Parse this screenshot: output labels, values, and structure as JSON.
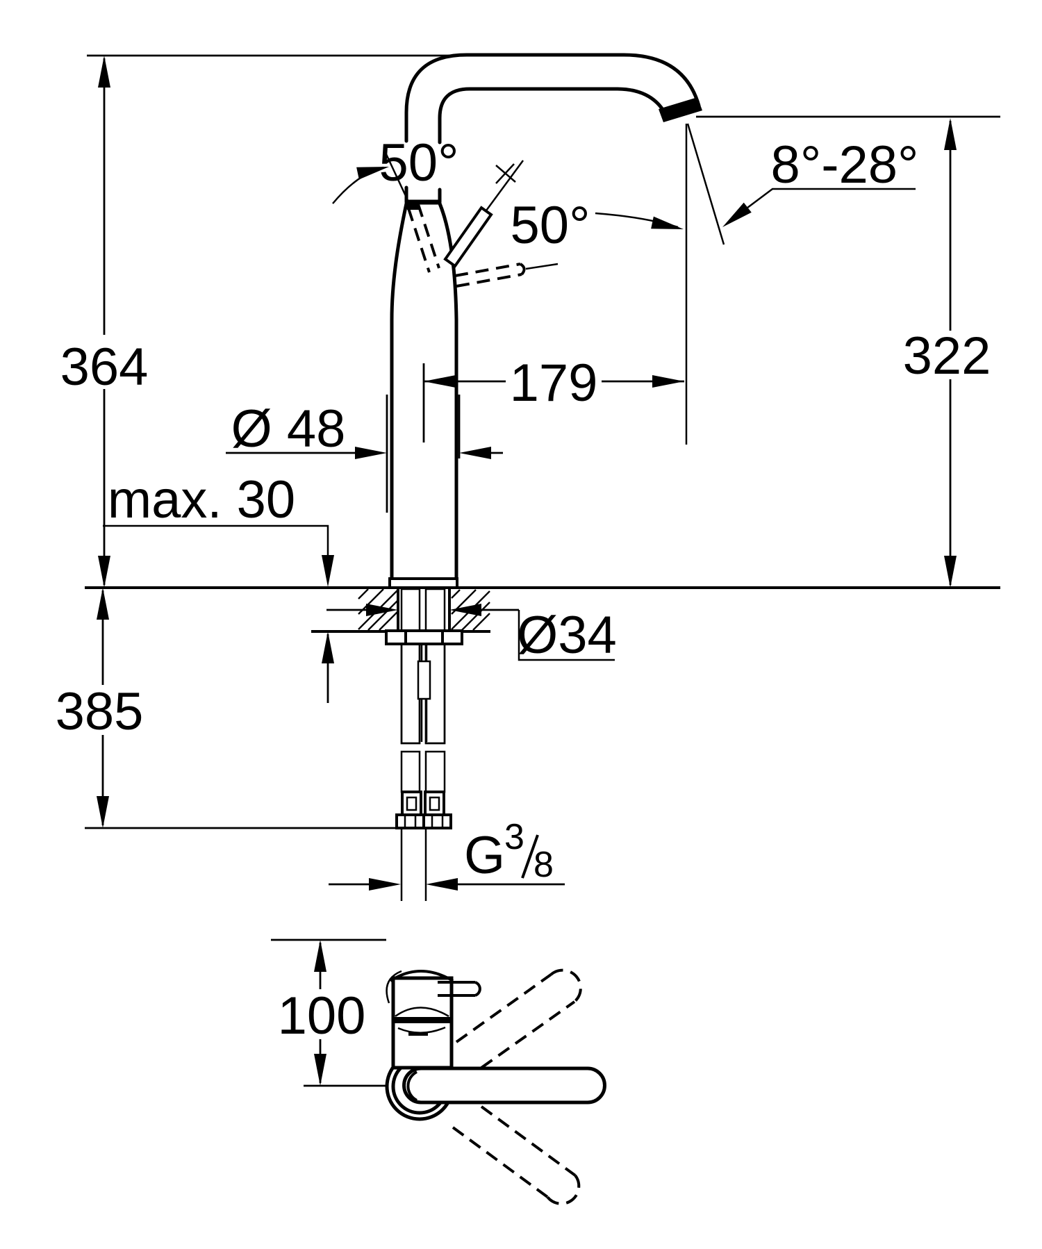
{
  "drawing": {
    "type": "technical-dimension-drawing",
    "views": [
      "front-view",
      "plan-view"
    ],
    "colors": {
      "line": "#000000",
      "background": "#ffffff"
    },
    "labels": {
      "total_height": "364",
      "below_deck_length": "385",
      "outlet_height": "322",
      "spout_reach": "179",
      "body_diameter": "Ø 48",
      "deck_thickness": "max. 30",
      "hole_diameter": "Ø34",
      "handle_swing_upper": "50°",
      "handle_swing_lower": "50°",
      "stream_angle_range": "8°-28°",
      "plan_depth": "100",
      "thread_prefix": "G",
      "thread_numerator": "3",
      "thread_denominator": "8"
    }
  }
}
